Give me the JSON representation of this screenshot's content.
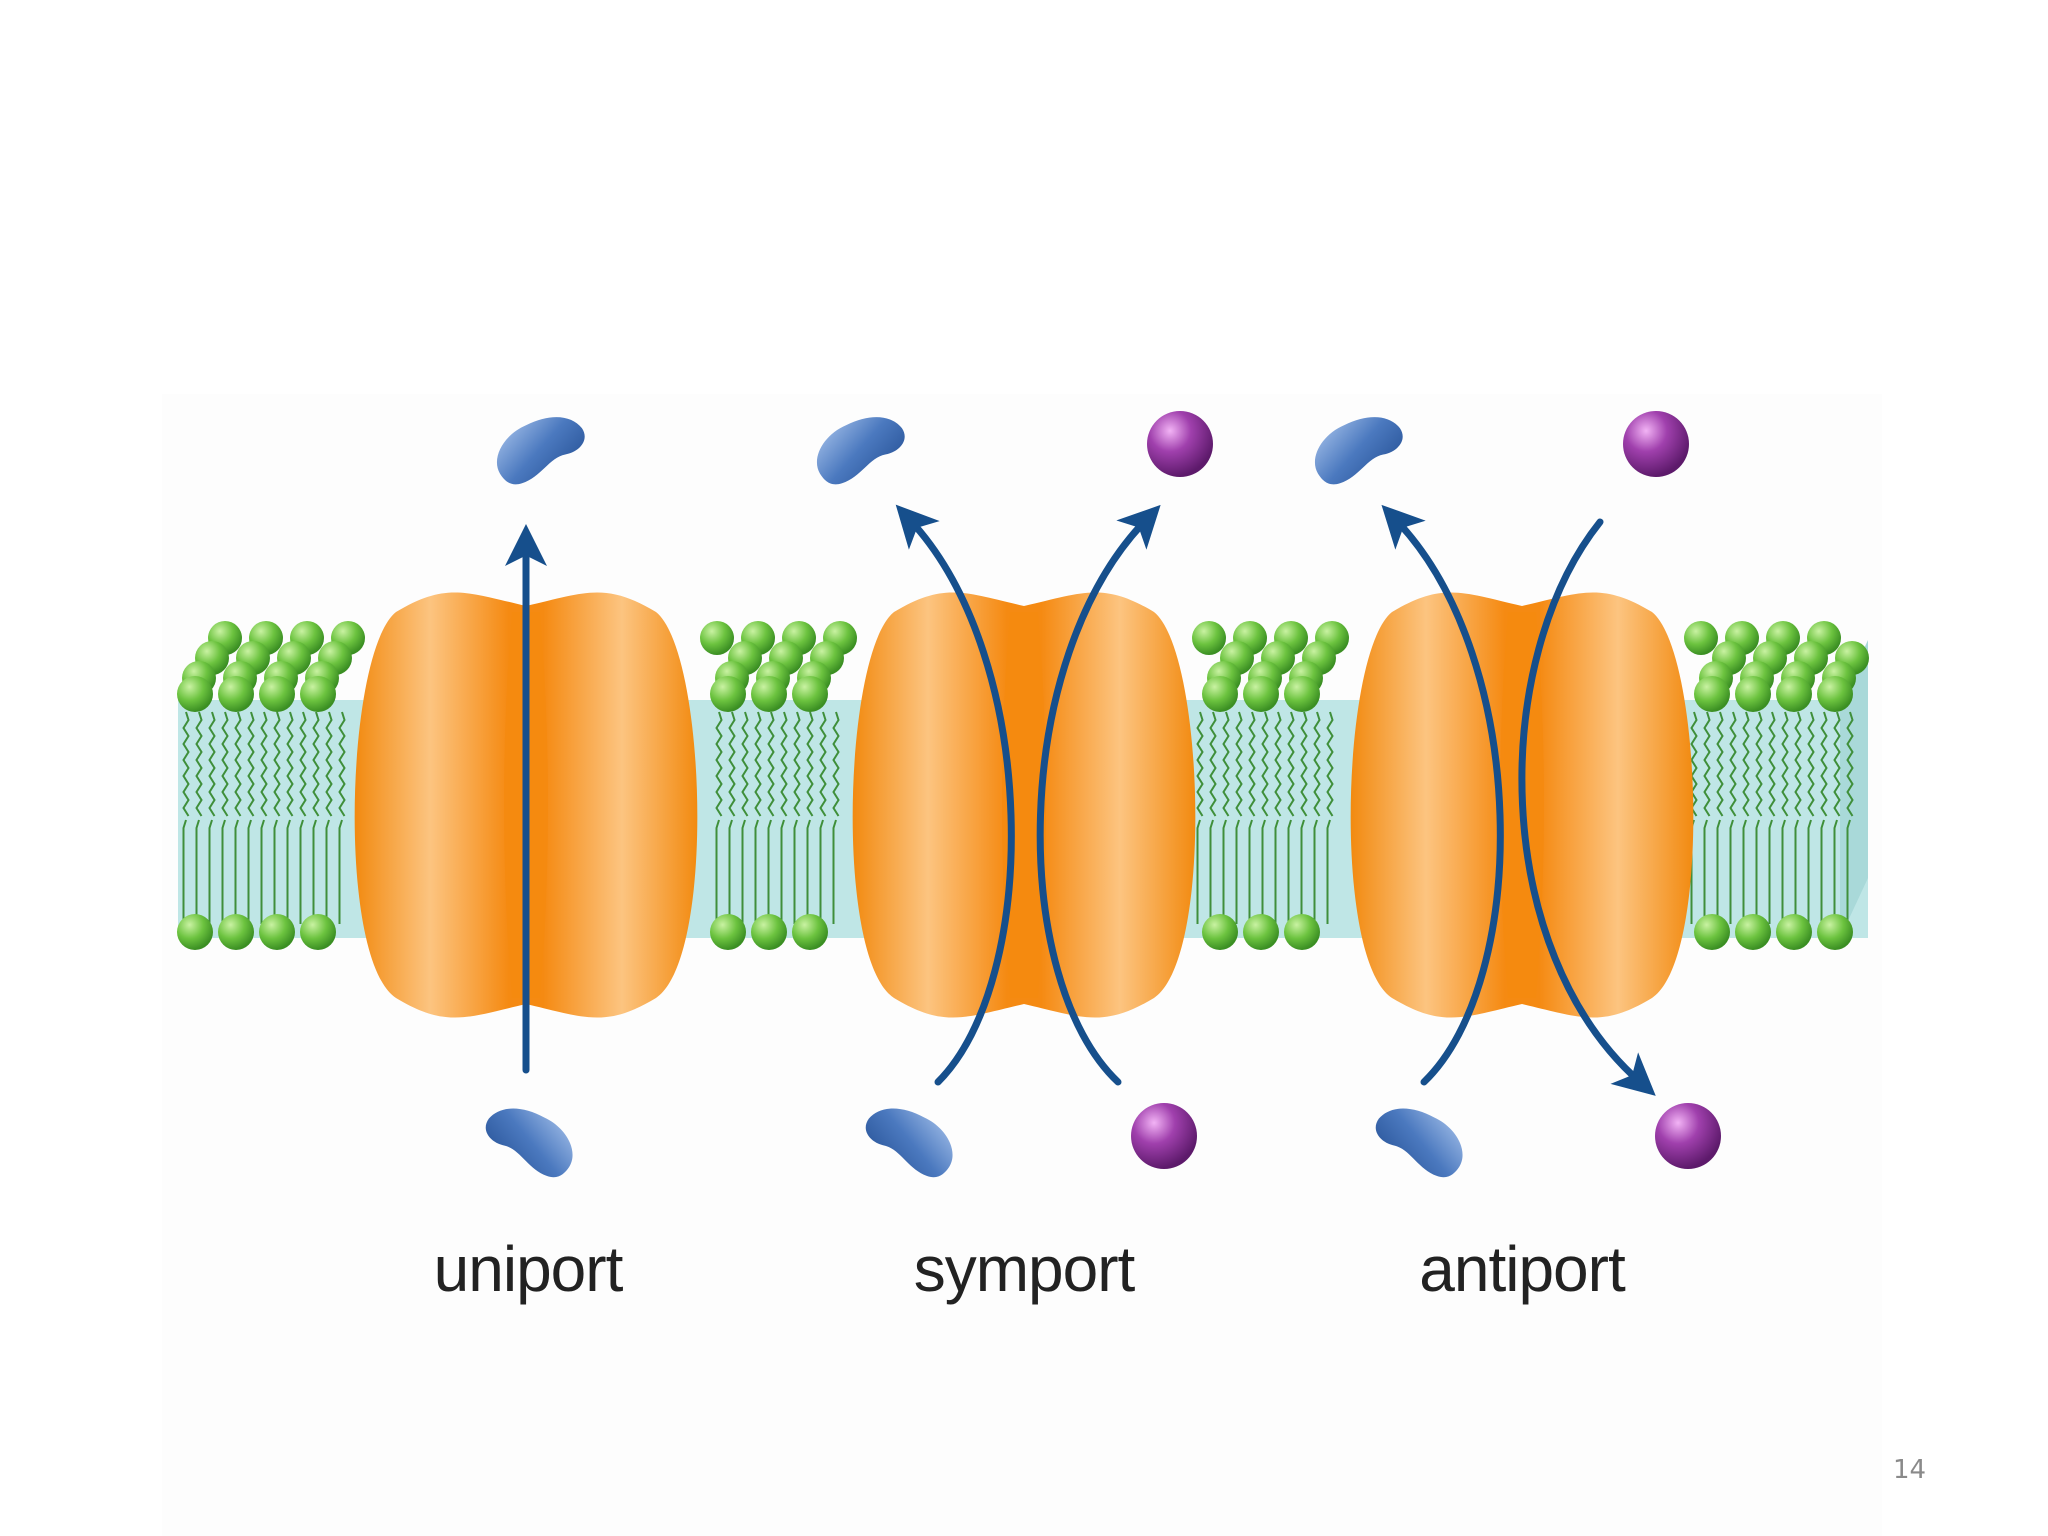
{
  "diagram": {
    "transporters": [
      {
        "id": "uniport",
        "label": "uniport"
      },
      {
        "id": "symport",
        "label": "symport"
      },
      {
        "id": "antiport",
        "label": "antiport"
      }
    ],
    "icons": {
      "solute_a": "blue-molecule-icon",
      "solute_b": "purple-ion-icon",
      "arrow": "transport-arrow-icon"
    },
    "colors": {
      "protein": "#f5890f",
      "protein_highlight": "#fcc580",
      "lipid_head": "#6cc33f",
      "lipid_core": "#bfe6e6",
      "lipid_tail": "#3f8f3a",
      "arrow": "#164f8c",
      "blue_molecule": "#4b79bf",
      "purple_ion": "#9a3aa6"
    }
  },
  "slide": {
    "page_number": "14"
  }
}
